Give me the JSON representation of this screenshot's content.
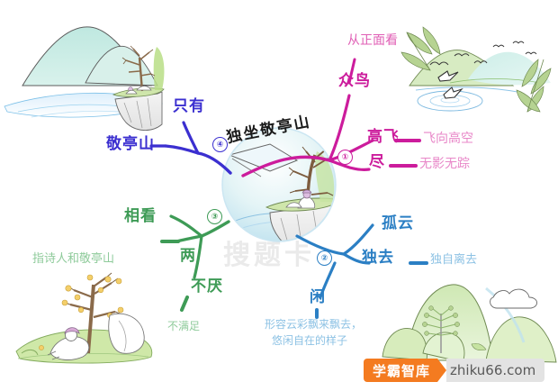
{
  "poster": {
    "center_title": "独坐敬亭山",
    "ghost_watermark": "搜题卡"
  },
  "colors": {
    "branch1": "#CC1C9C",
    "branch2": "#2B7FC4",
    "branch3": "#3E9B56",
    "branch4": "#3B2FD0",
    "note_pink": "#E887C8",
    "note_blue": "#8DC2E4",
    "note_green": "#8FCB9B",
    "title_black": "#1a1a1a",
    "watermark_orange": "#F47B20"
  },
  "branches": [
    {
      "number": "①",
      "color": "#CC1C9C",
      "top_note": "从正面看",
      "keyword": "众鸟",
      "items": [
        {
          "label": "高飞",
          "note": "飞向高空"
        },
        {
          "label": "尽",
          "note": "无影无踪"
        }
      ]
    },
    {
      "number": "②",
      "color": "#2B7FC4",
      "keyword": "孤云",
      "items": [
        {
          "label": "独去",
          "note": "独自离去"
        },
        {
          "label": "闲",
          "note": "形容云彩飘来飘去，悠闲自在的样子"
        }
      ]
    },
    {
      "number": "③",
      "color": "#3E9B56",
      "keyword": "相看",
      "items": [
        {
          "label": "两",
          "note": "指诗人和敬亭山"
        },
        {
          "label": "不厌",
          "note": "不满足"
        }
      ]
    },
    {
      "number": "④",
      "color": "#3B2FD0",
      "keyword": "只有",
      "items": [
        {
          "label": "敬亭山",
          "note": ""
        }
      ]
    }
  ],
  "notes": {
    "note_feixianggaokong": "飞向高空",
    "note_wuyingwuzong": "无影无踪",
    "note_duzilique": "独自离去",
    "note_xian_line1": "形容云彩飘来飘去，",
    "note_xian_line2": "悠闲自在的样子",
    "note_shiren": "指诗人和敬亭山",
    "note_bumanzu": "不满足",
    "note_congzhengmiankan": "从正面看"
  },
  "labels": {
    "zhongniao": "众鸟",
    "gaofei": "高飞",
    "jin": "尽",
    "guyun": "孤云",
    "duqu": "独去",
    "xian": "闲",
    "xiangkan": "相看",
    "liang": "两",
    "buyan": "不厌",
    "zhiyou": "只有",
    "jingtingshan": "敬亭山"
  },
  "badges": {
    "one": "①",
    "two": "②",
    "three": "③",
    "four": "④"
  },
  "watermark": {
    "brand": "学霸智库",
    "domain": "zhiku66.com"
  },
  "illustrations": {
    "top_left": "mountain-river-cliff-tree-illustration",
    "top_right": "birds-flying-over-hills-bamboo-illustration",
    "bottom_left": "person-resting-under-blossom-tree-illustration",
    "bottom_right": "green-hills-with-tree-and-cloud-illustration",
    "center": "poet-sitting-on-cliff-with-tree-circle-illustration"
  }
}
